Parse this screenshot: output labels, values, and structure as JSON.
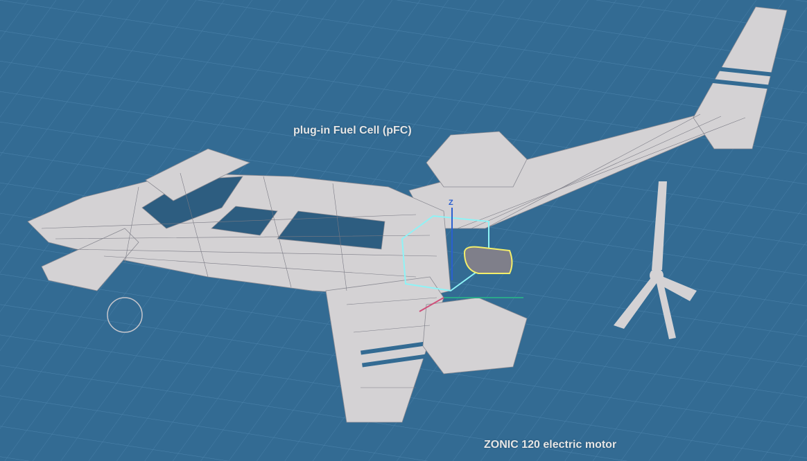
{
  "labels": {
    "fuel_cell": "plug-in Fuel Cell (pFC)",
    "motor": "ZONIC 120 electric motor"
  },
  "gizmo": {
    "axis_z": "Z"
  },
  "colors": {
    "background": "#336b93",
    "grid": "#4a82ab",
    "airframe": "#d4d2d4",
    "wire": "#7a7a84",
    "selection_cyan": "#8ef3f6",
    "selection_yellow": "#f4ef6a",
    "fuel_cell_body": "#151820",
    "motor_body": "#bfc3c6"
  }
}
